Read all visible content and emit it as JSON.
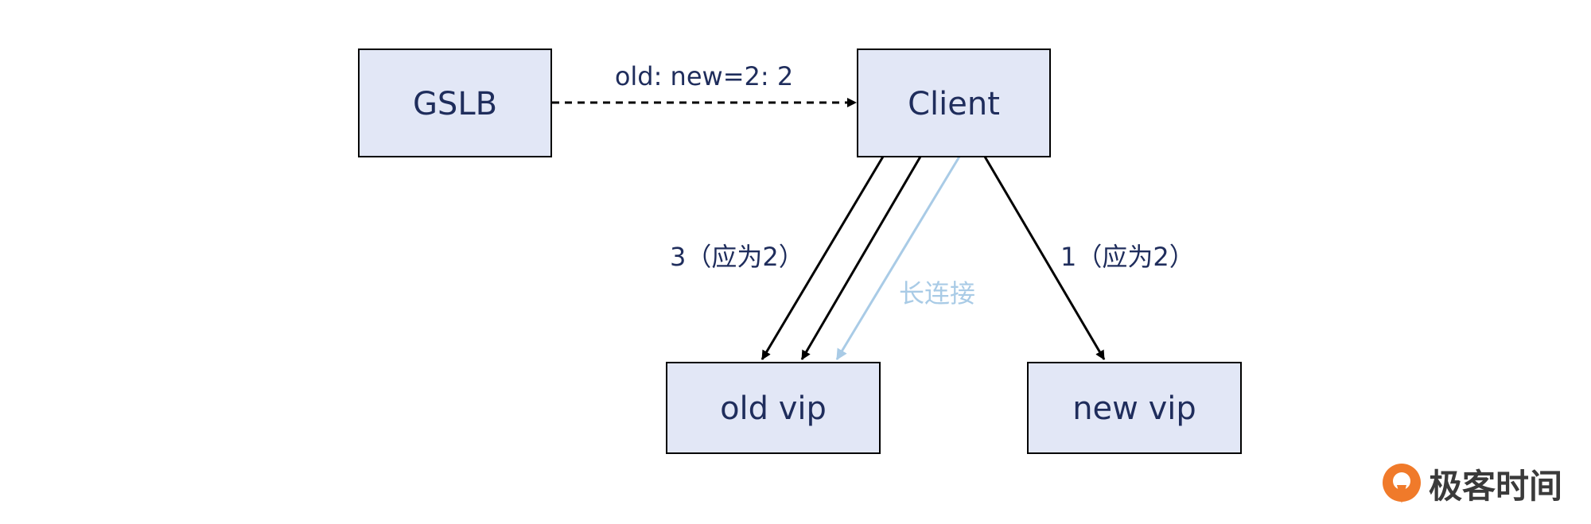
{
  "diagram": {
    "nodes": {
      "gslb": "GSLB",
      "client": "Client",
      "old_vip": "old vip",
      "new_vip": "new vip"
    },
    "edges": {
      "gslb_to_client": "old: new=2: 2",
      "client_to_old": "3（应为2）",
      "long_conn": "长连接",
      "client_to_new": "1（应为2）"
    }
  },
  "watermark": {
    "text": "极客时间"
  },
  "colors": {
    "node_fill": "#e2e7f6",
    "node_border": "#000000",
    "text": "#1f2d5c",
    "long_connection": "#a9cbe6",
    "logo_orange": "#f07a2a"
  }
}
